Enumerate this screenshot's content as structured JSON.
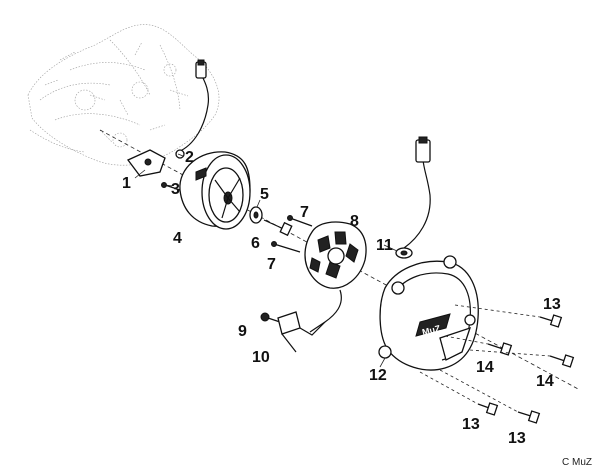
{
  "diagram": {
    "callouts": [
      {
        "id": "c1",
        "text": "1"
      },
      {
        "id": "c2",
        "text": "2"
      },
      {
        "id": "c3",
        "text": "3"
      },
      {
        "id": "c4",
        "text": "4"
      },
      {
        "id": "c5",
        "text": "5"
      },
      {
        "id": "c6",
        "text": "6"
      },
      {
        "id": "c7a",
        "text": "7"
      },
      {
        "id": "c7b",
        "text": "7"
      },
      {
        "id": "c8",
        "text": "8"
      },
      {
        "id": "c9",
        "text": "9"
      },
      {
        "id": "c10",
        "text": "10"
      },
      {
        "id": "c11",
        "text": "11"
      },
      {
        "id": "c12",
        "text": "12"
      },
      {
        "id": "c13a",
        "text": "13"
      },
      {
        "id": "c13b",
        "text": "13"
      },
      {
        "id": "c13c",
        "text": "13"
      },
      {
        "id": "c14a",
        "text": "14"
      },
      {
        "id": "c14b",
        "text": "14"
      }
    ],
    "cover_logo": "MuZ",
    "credit": "C MuZ"
  }
}
